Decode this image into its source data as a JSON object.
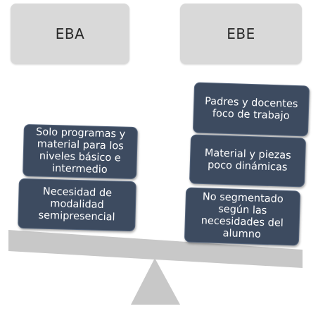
{
  "headers": {
    "left": "EBA",
    "right": "EBE"
  },
  "left_cards": [
    "Solo programas y material para los niveles básico e intermedio",
    "Necesidad de modalidad semipresencial"
  ],
  "right_cards": [
    "Padres y docentes foco de trabajo",
    "Material y piezas poco dinámicas",
    "No segmentado según las necesidades del alumno"
  ],
  "colors": {
    "header_bg": "#d9d9d9",
    "card_bg": "#3d4b60",
    "scale": "#c8c8c8"
  }
}
